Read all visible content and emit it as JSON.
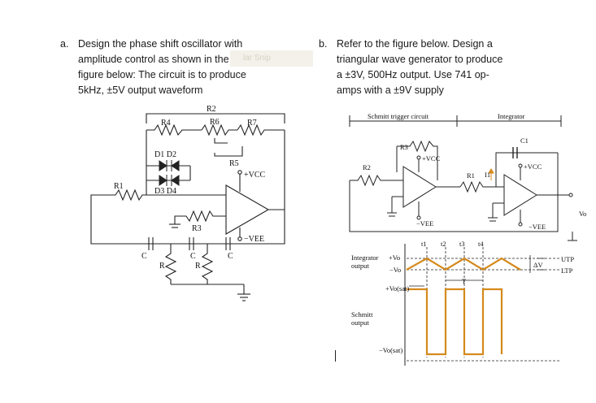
{
  "question_a": {
    "label": "a.",
    "lines": [
      "Design the phase shift oscillator with",
      "amplitude control as shown in the",
      "figure below: The circuit is to produce",
      "5kHz, ±5V output waveform"
    ]
  },
  "question_b": {
    "label": "b.",
    "lines": [
      "Refer to the figure below. Design a",
      "triangular wave generator to produce",
      "a ±3V, 500Hz output. Use 741 op-",
      "amps with a ±9V supply"
    ]
  },
  "overlay_ghost": "lar Snip",
  "circuit_a": {
    "labels": {
      "r2": "R2",
      "r4": "R4",
      "r6": "R6",
      "r7": "R7",
      "r5": "R5",
      "d1d2": "D1 D2",
      "d3d4": "D3 D4",
      "r1": "R1",
      "r3": "R3",
      "vcc": "+VCC",
      "vee": "−VEE",
      "c": "C",
      "r": "R"
    }
  },
  "circuit_b": {
    "labels": {
      "schmitt": "Schmitt trigger circuit",
      "integrator": "Integrator",
      "r3": "R3",
      "r2": "R2",
      "r1": "R1",
      "i1": "I1",
      "c1": "C1",
      "vcc": "+VCC",
      "vee": "−VEE",
      "vo": "Vo",
      "t1": "t1",
      "t2": "t2",
      "t3": "t3",
      "t4": "t4",
      "integrator_output": [
        "Integrator",
        "output"
      ],
      "pos_vo": "+Vo",
      "neg_vo": "−Vo",
      "utp": "UTP",
      "ltp": "LTP",
      "dv": "ΔV",
      "t": "T",
      "pos_vsat": "+Vo(sat)",
      "neg_vsat": "−Vo(sat)",
      "schmitt_output": [
        "Schmitt",
        "output"
      ]
    }
  }
}
